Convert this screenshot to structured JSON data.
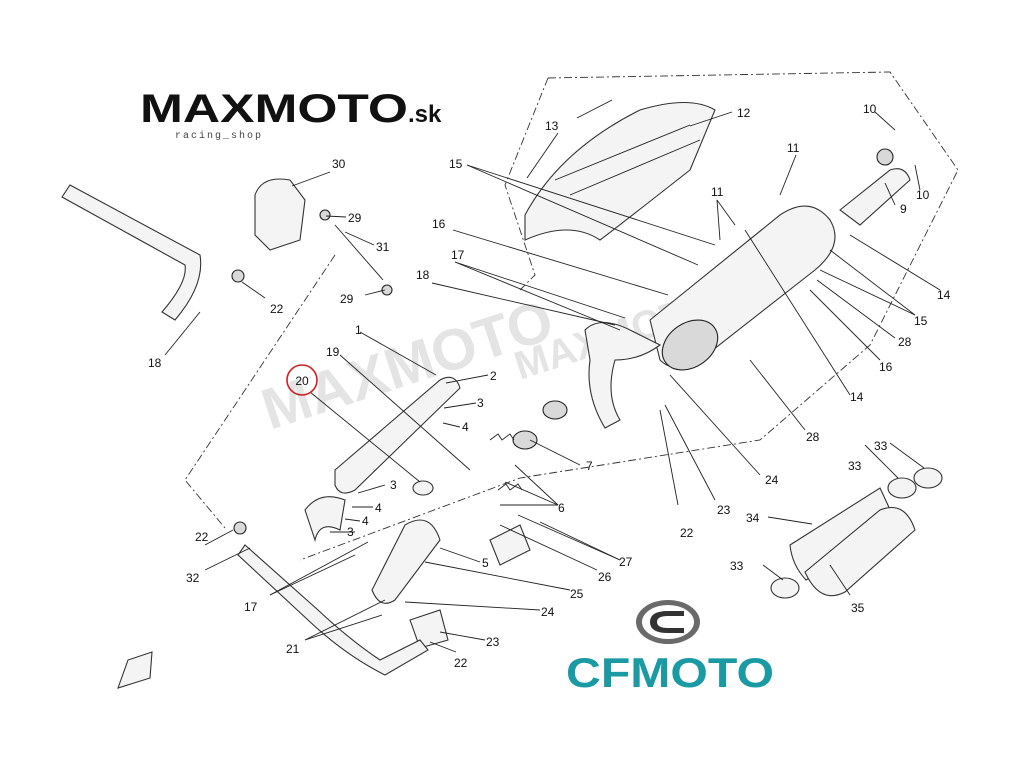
{
  "logos": {
    "maxmoto": {
      "text": "MAXMOTO",
      "suffix": ".sk",
      "tagline": "racing_shop"
    },
    "cfmoto": {
      "text": "CFMOTO",
      "color": "#1a9aa3"
    },
    "watermark": "MAXMOTO"
  },
  "highlight": {
    "label": "20",
    "color": "#cc2222"
  },
  "callouts": {
    "c1": "1",
    "c2": "2",
    "c3a": "3",
    "c3b": "3",
    "c3c": "3",
    "c4a": "4",
    "c4b": "4",
    "c4c": "4",
    "c5": "5",
    "c6": "6",
    "c7": "7",
    "c9": "9",
    "c10a": "10",
    "c10b": "10",
    "c11a": "11",
    "c11b": "11",
    "c12": "12",
    "c13": "13",
    "c14a": "14",
    "c14b": "14",
    "c15a": "15",
    "c15b": "15",
    "c16a": "16",
    "c16b": "16",
    "c17a": "17",
    "c17b": "17",
    "c18a": "18",
    "c18b": "18",
    "c19": "19",
    "c21": "21",
    "c22a": "22",
    "c22b": "22",
    "c22c": "22",
    "c22d": "22",
    "c23a": "23",
    "c23b": "23",
    "c24a": "24",
    "c24b": "24",
    "c25": "25",
    "c26": "26",
    "c27": "27",
    "c28a": "28",
    "c28b": "28",
    "c29a": "29",
    "c29b": "29",
    "c30": "30",
    "c31": "31",
    "c32": "32",
    "c33a": "33",
    "c33b": "33",
    "c33c": "33",
    "c34": "34",
    "c35": "35"
  }
}
